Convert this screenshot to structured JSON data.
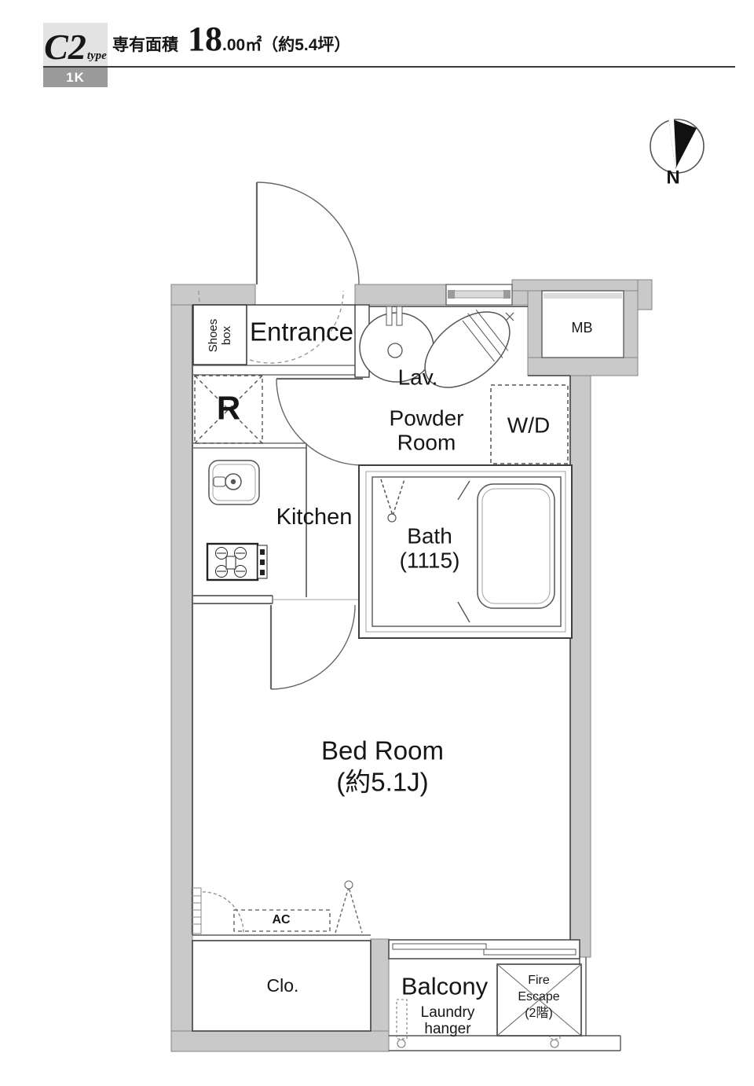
{
  "header": {
    "type_code": "C2",
    "type_suffix": "type",
    "layout_badge": "1K",
    "area_label": "専有面積",
    "area_int": "18",
    "area_rest": ".00㎡（約5.4坪）"
  },
  "compass": {
    "north_label": "N"
  },
  "plan": {
    "labels": {
      "entrance": "Entrance",
      "shoes_box": "Shoes\nbox",
      "refrigerator": "R",
      "kitchen": "Kitchen",
      "lavatory": "Lav.",
      "powder_room": "Powder\nRoom",
      "washer_dryer": "W/D",
      "bath": "Bath\n(1115)",
      "meter_box": "MB",
      "bedroom": "Bed Room\n(約5.1J)",
      "air_conditioner": "AC",
      "closet": "Clo.",
      "balcony": "Balcony",
      "laundry_hanger": "Laundry\nhanger",
      "fire_escape": "Fire\nEscape\n(2階)"
    }
  },
  "colors": {
    "wall_fill": "#c9c9c9",
    "wall_edge": "#858585",
    "plan_line": "#444444",
    "type_box_bg": "#e3e3e3",
    "badge_bg": "#9a9a9a",
    "badge_text": "#ffffff",
    "text": "#161616"
  }
}
